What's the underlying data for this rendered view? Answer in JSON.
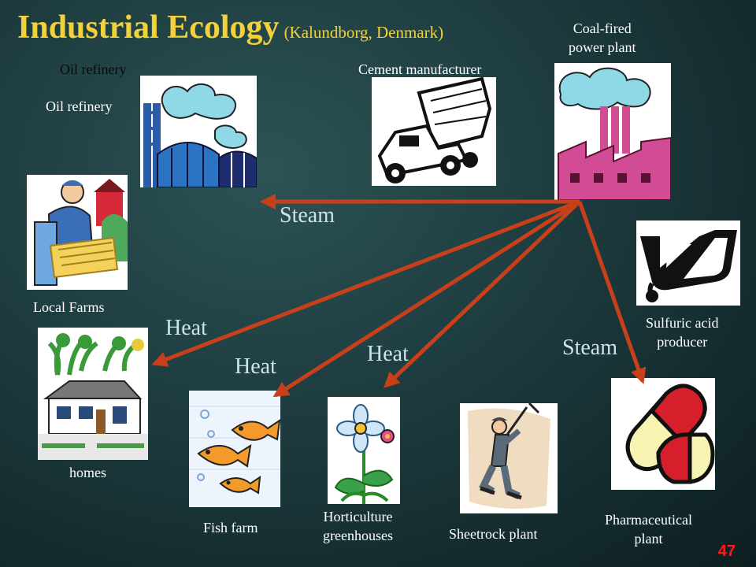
{
  "title": {
    "main": "Industrial Ecology",
    "sub": "(Kalundborg, Denmark)"
  },
  "nodes": {
    "oil_refinery_dup": "Oil refinery",
    "oil_refinery": "Oil refinery",
    "cement": "Cement manufacturer",
    "coal_line1": "Coal-fired",
    "coal_line2": "power plant",
    "farms": "Local Farms",
    "sulfuric_line1": "Sulfuric acid",
    "sulfuric_line2": "producer",
    "homes": "homes",
    "fish": "Fish farm",
    "hort_line1": "Horticulture",
    "hort_line2": "greenhouses",
    "sheetrock": "Sheetrock plant",
    "pharma_line1": "Pharmaceutical",
    "pharma_line2": "plant"
  },
  "flows": {
    "steam_refinery": "Steam",
    "heat_homes": "Heat",
    "heat_fish": "Heat",
    "heat_greenhouses": "Heat",
    "steam_pharma": "Steam"
  },
  "arrow_color": "#c8401a",
  "slide_number": "47"
}
